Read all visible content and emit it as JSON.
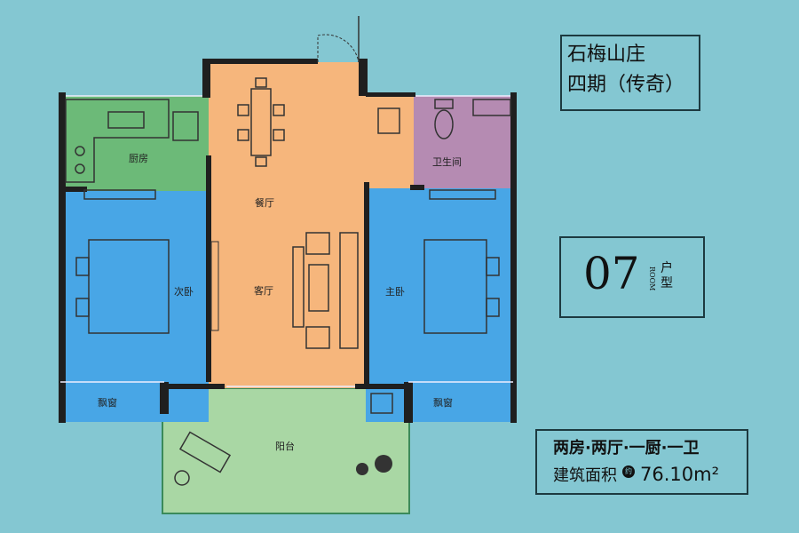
{
  "title": {
    "line1": "石梅山庄",
    "line2": "四期（传奇）"
  },
  "unit": {
    "number": "07",
    "room_en": "ROOM",
    "type_label": "户型"
  },
  "info": {
    "layout": "两房·两厅·一厨·一卫",
    "area_label": "建筑面积",
    "approx": "约",
    "area_value": "76.10m²"
  },
  "rooms": {
    "kitchen": "厨房",
    "dining": "餐厅",
    "living": "客厅",
    "bathroom": "卫生间",
    "second_bedroom": "次卧",
    "master_bedroom": "主卧",
    "bay_window_left": "飘窗",
    "bay_window_right": "飘窗",
    "balcony": "阳台"
  },
  "colors": {
    "background": "#84c7d2",
    "living_dining": "#f6b67c",
    "kitchen": "#6cba78",
    "bedroom": "#48a6e6",
    "bathroom": "#b58bb2",
    "balcony": "#a9d7a4",
    "wall": "#1f1f1f"
  }
}
